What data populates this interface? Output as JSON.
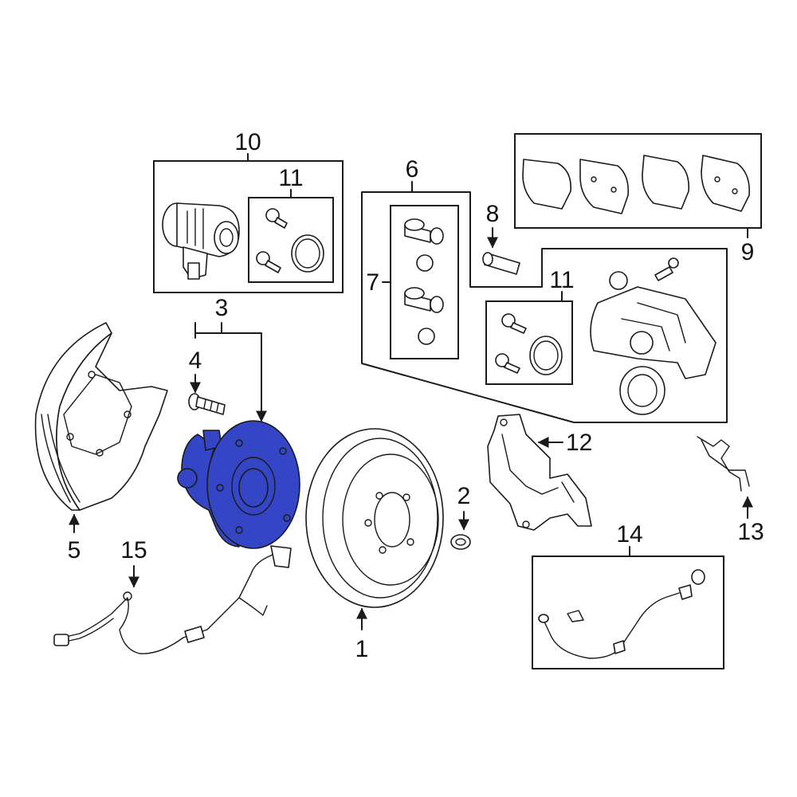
{
  "diagram": {
    "highlight_color": "#3446c6",
    "highlighted_part": "3",
    "callouts": {
      "c1": "1",
      "c2": "2",
      "c3": "3",
      "c4": "4",
      "c5": "5",
      "c6": "6",
      "c7": "7",
      "c8": "8",
      "c9": "9",
      "c10": "10",
      "c11a": "11",
      "c11b": "11",
      "c12": "12",
      "c13": "13",
      "c14": "14",
      "c15": "15"
    }
  }
}
